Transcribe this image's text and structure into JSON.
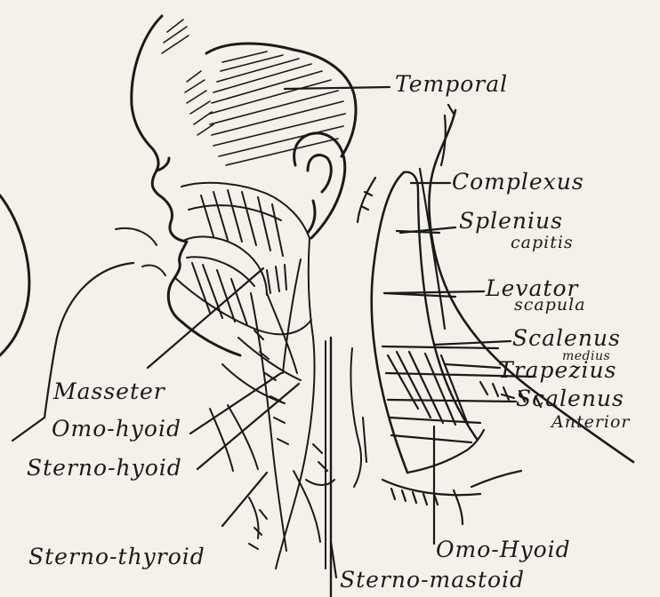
{
  "labels": {
    "temporal": "Temporal",
    "complexus": "Complexus",
    "splenius_1": "Splenius",
    "splenius_2": "capitis",
    "levator_1": "Levator",
    "levator_2": "scapula",
    "scalenus_medius_1": "Scalenus",
    "scalenus_medius_2": "medius",
    "trapezius": "Trapezius",
    "scalenus_anterior_1": "Scalenus",
    "scalenus_anterior_2": "Anterior",
    "masseter": "Masseter",
    "omo_hyoid_left": "Omo-hyoid",
    "sterno_hyoid": "Sterno-hyoid",
    "sterno_thyroid": "Sterno-thyroid",
    "omo_hyoid_right": "Omo-Hyoid",
    "sterno_mastoid": "Sterno-mastoid"
  },
  "colors": {
    "paper": "#f4f1ea",
    "ink": "#1a1a1a"
  }
}
